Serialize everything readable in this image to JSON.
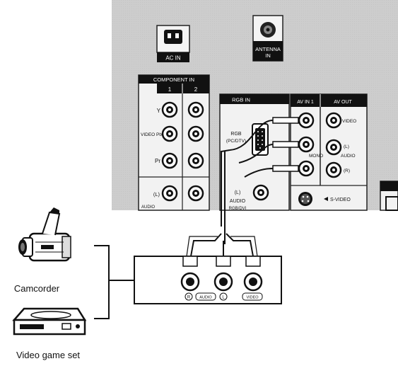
{
  "panel": {
    "ac_in": "AC IN",
    "antenna_in_line1": "ANTENNA",
    "antenna_in_line2": "IN",
    "component_in": "COMPONENT IN",
    "component_col1": "1",
    "component_col2": "2",
    "y_label": "Y",
    "pb_label": "VIDEO Pb",
    "pr_label": "Pr",
    "audio_l_label": "(L)",
    "audio_label": "AUDIO",
    "rgb_in": "RGB IN",
    "rgb_label_line1": "RGB",
    "rgb_label_line2": "(PC/DTV)",
    "rgb_audio_l": "(L)",
    "rgb_audio": "AUDIO",
    "rgb_audio_sub": "RGB/DVI",
    "av_in1": "AV IN 1",
    "av_out": "AV OUT",
    "video_label": "VIDEO",
    "mono_label": "MONO",
    "out_audio_l": "(L)",
    "out_audio": "AUDIO",
    "out_audio_r": "(R)",
    "svideo_label": "S-VIDEO"
  },
  "devices": {
    "camcorder": "Camcorder",
    "game_set": "Video game set"
  },
  "external_box": {
    "r_label": "R",
    "audio_label": "AUDIO",
    "l_label": "L",
    "video_label": "VIDEO"
  }
}
